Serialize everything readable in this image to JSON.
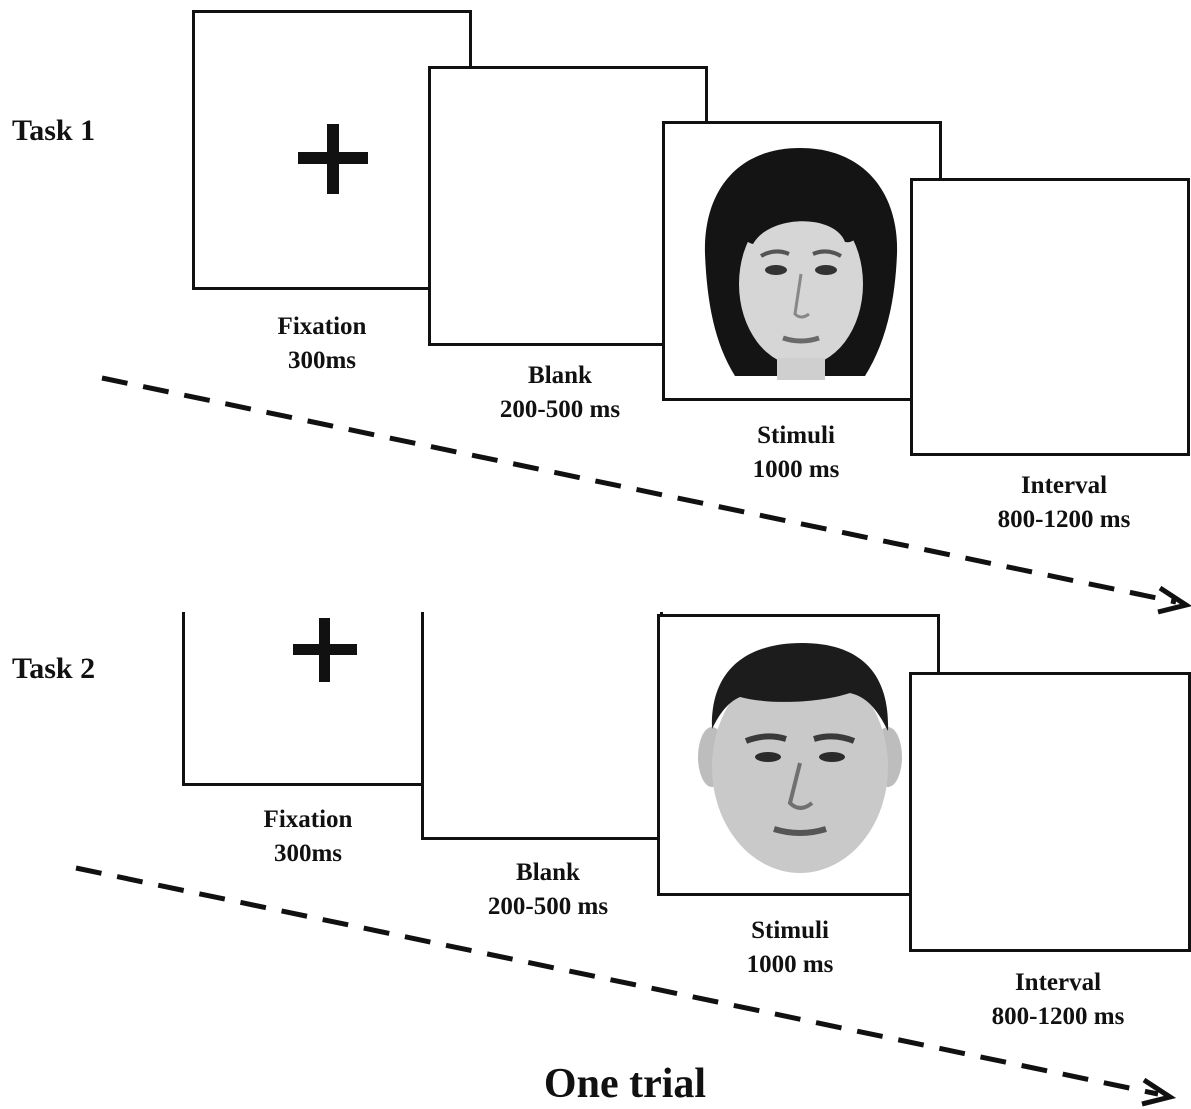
{
  "tasks": [
    {
      "label": "Task 1",
      "face_icon": "female-face-icon",
      "steps": [
        {
          "name": "Fixation",
          "duration": "300ms"
        },
        {
          "name": "Blank",
          "duration": "200-500 ms"
        },
        {
          "name": "Stimuli",
          "duration": "1000 ms"
        },
        {
          "name": "Interval",
          "duration": "800-1200 ms"
        }
      ]
    },
    {
      "label": "Task 2",
      "face_icon": "male-face-icon",
      "steps": [
        {
          "name": "Fixation",
          "duration": "300ms"
        },
        {
          "name": "Blank",
          "duration": "200-500 ms"
        },
        {
          "name": "Stimuli",
          "duration": "1000 ms"
        },
        {
          "name": "Interval",
          "duration": "800-1200 ms"
        }
      ]
    }
  ],
  "footer": {
    "title": "One trial"
  },
  "icons": {
    "fixation": "fixation-cross-icon",
    "arrow": "dashed-arrow-icon"
  }
}
